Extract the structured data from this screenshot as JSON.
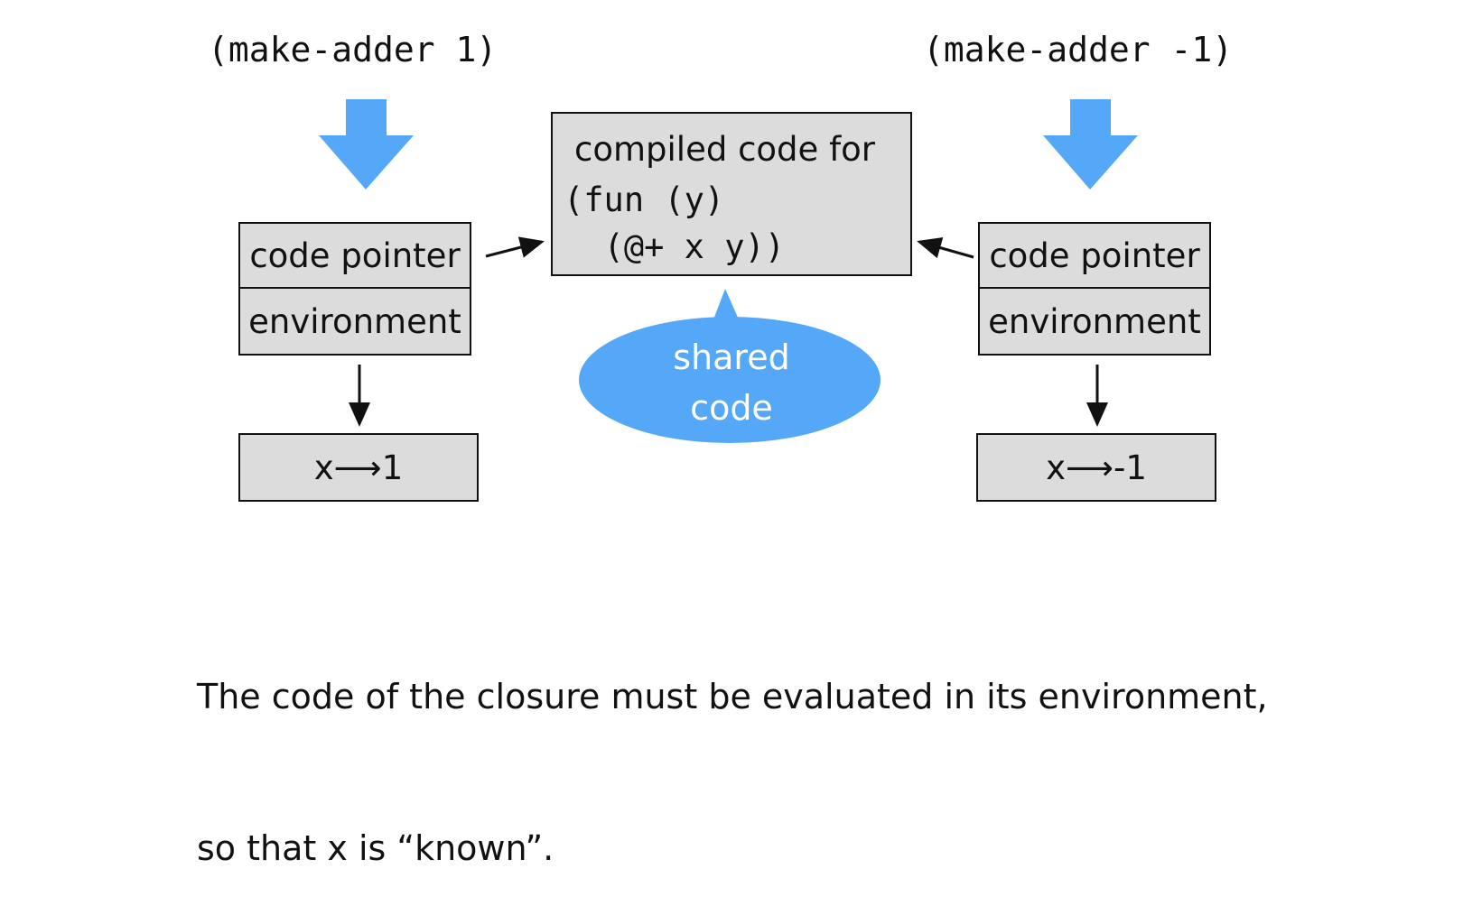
{
  "calls": {
    "left": "(make-adder 1)",
    "right": "(make-adder -1)"
  },
  "code_box": {
    "line1": "compiled code for",
    "line2": "(fun (y)",
    "line3": "  (@+ x y))"
  },
  "closures": {
    "left": {
      "code_pointer": "code pointer",
      "environment": "environment"
    },
    "right": {
      "code_pointer": "code pointer",
      "environment": "environment"
    }
  },
  "environments": {
    "left": "x⟶1",
    "right": "x⟶-1"
  },
  "bubble": {
    "line1": "shared",
    "line2": "code"
  },
  "caption": {
    "line1": "The code of the closure must be evaluated in its environment,",
    "line2": "so that x is “known”."
  },
  "colors": {
    "accent_blue": "#55a8f7",
    "box_fill": "#dcdcdc",
    "stroke": "#111111"
  }
}
